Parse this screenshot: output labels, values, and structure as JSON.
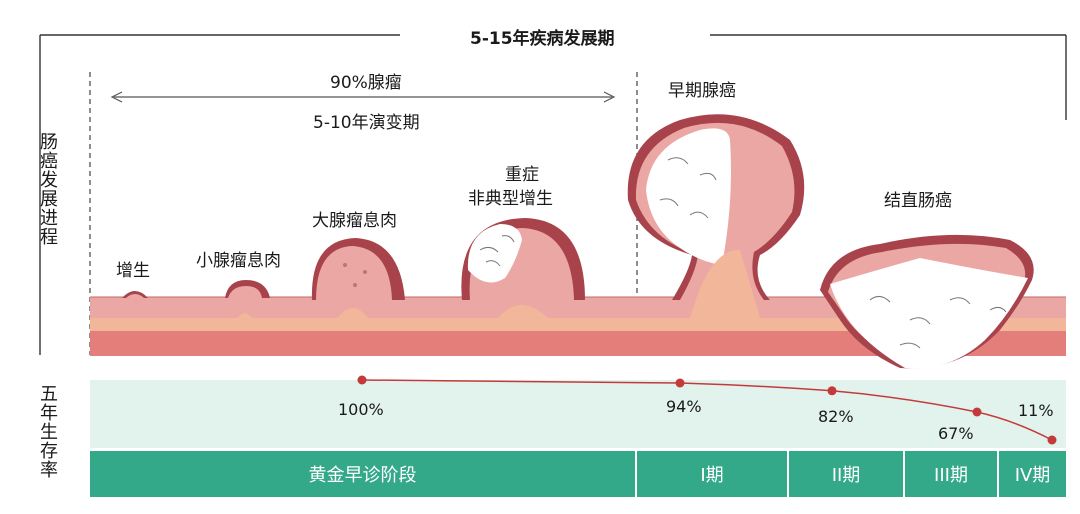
{
  "title": "5-15年疾病发展期",
  "left_axis": {
    "progress_label": "肠癌发展进程",
    "survival_label": "五年生存率"
  },
  "adenoma": {
    "percent_label": "90%腺瘤",
    "period_label": "5-10年演变期"
  },
  "stages": [
    {
      "key": "hyperplasia",
      "label": "增生"
    },
    {
      "key": "small_polyp",
      "label": "小腺瘤息肉"
    },
    {
      "key": "large_polyp",
      "label": "大腺瘤息肉"
    },
    {
      "key": "severe_line1",
      "label": "重症"
    },
    {
      "key": "severe_line2",
      "label": "非典型增生"
    },
    {
      "key": "early_cancer",
      "label": "早期腺癌"
    },
    {
      "key": "colorectal_cancer",
      "label": "结直肠癌"
    }
  ],
  "survival": {
    "unit": "%",
    "points": [
      {
        "label": "100%",
        "value": 100
      },
      {
        "label": "94%",
        "value": 94
      },
      {
        "label": "82%",
        "value": 82
      },
      {
        "label": "67%",
        "value": 67
      },
      {
        "label": "11%",
        "value": 11
      }
    ]
  },
  "bottom_bar": [
    {
      "label": "黄金早诊阶段"
    },
    {
      "label": "I期"
    },
    {
      "label": "II期"
    },
    {
      "label": "III期"
    },
    {
      "label": "IV期"
    }
  ],
  "colors": {
    "bar": "#34a98a",
    "survival_band": "#e2f3ee",
    "curve": "#c43a3a",
    "tissue_pink": "#eba7a4",
    "tissue_dark": "#a8434c",
    "tissue_peach": "#f2b79a",
    "muscle": "#e37e7a",
    "tumor_white": "#ffffff"
  }
}
